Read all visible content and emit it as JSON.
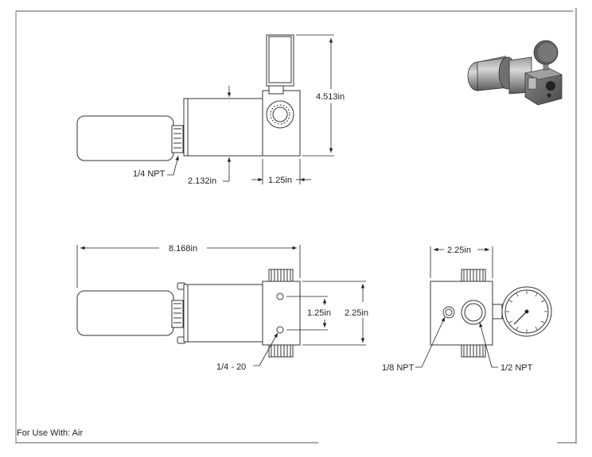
{
  "dimensions": {
    "height_overall": "4.513in",
    "body_diameter": "2.132in",
    "block_width_top": "1.25in",
    "length_overall": "8.168in",
    "port_spacing": "1.25in",
    "block_height": "2.25in",
    "block_width_end": "2.25in"
  },
  "callouts": {
    "inlet_thread": "1/4 NPT",
    "mount_thread": "1/4 - 20",
    "gauge_port": "1/8 NPT",
    "outlet_port": "1/2 NPT"
  },
  "footer": {
    "use_note": "For Use With: Air"
  }
}
